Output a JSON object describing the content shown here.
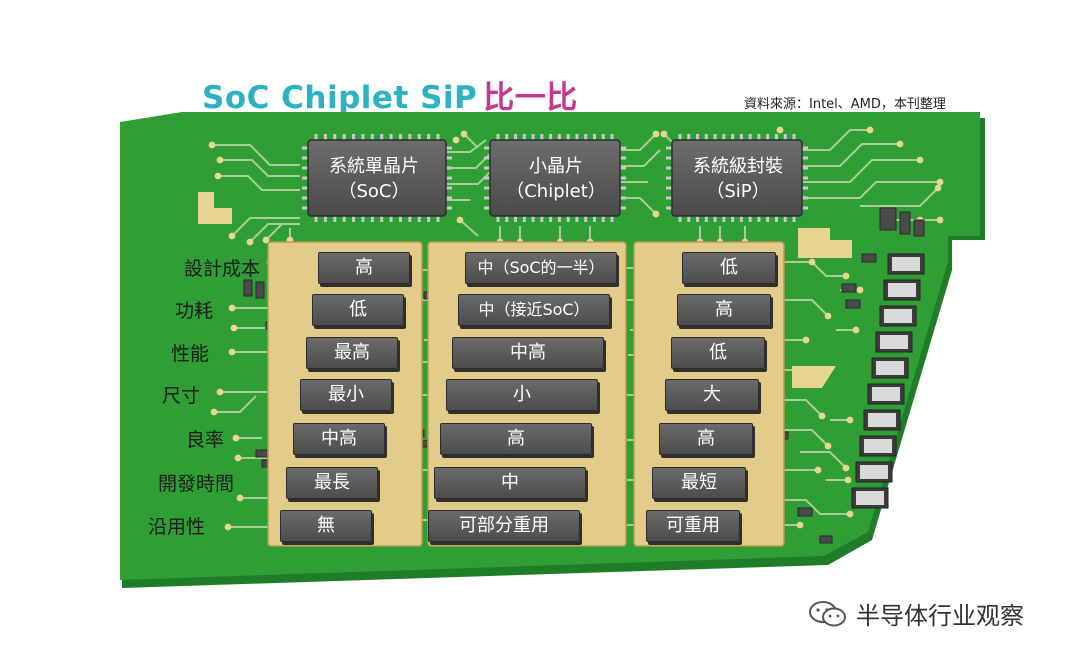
{
  "header": {
    "title_en": "SoC Chiplet SiP",
    "title_zh": "比一比",
    "source": "資料來源：Intel、AMD，本刊整理"
  },
  "rows": [
    "設計成本",
    "功耗",
    "性能",
    "尺寸",
    "良率",
    "開發時間",
    "沿用性"
  ],
  "columns": [
    {
      "title_line1": "系統單晶片",
      "title_line2": "（SoC）",
      "values": [
        "高",
        "低",
        "最高",
        "最小",
        "中高",
        "最長",
        "無"
      ]
    },
    {
      "title_line1": "小晶片",
      "title_line2": "（Chiplet）",
      "values": [
        "中（SoC的一半）",
        "中（接近SoC）",
        "中高",
        "小",
        "高",
        "中",
        "可部分重用"
      ]
    },
    {
      "title_line1": "系統級封裝",
      "title_line2": "（SiP）",
      "values": [
        "低",
        "高",
        "低",
        "大",
        "高",
        "最短",
        "可重用"
      ]
    }
  ],
  "watermark": {
    "text": "半导体行业观察",
    "icon": "wechat-icon"
  },
  "colors": {
    "board": "#2f9e34",
    "board_edge": "#1f7d27",
    "trace": "#b9d3a0",
    "pad": "#e8d592",
    "chip": "#5a5a5a",
    "column_frame": "#e3cc8a",
    "title_en": "#2bb3c4",
    "title_zh": "#c7378f"
  }
}
